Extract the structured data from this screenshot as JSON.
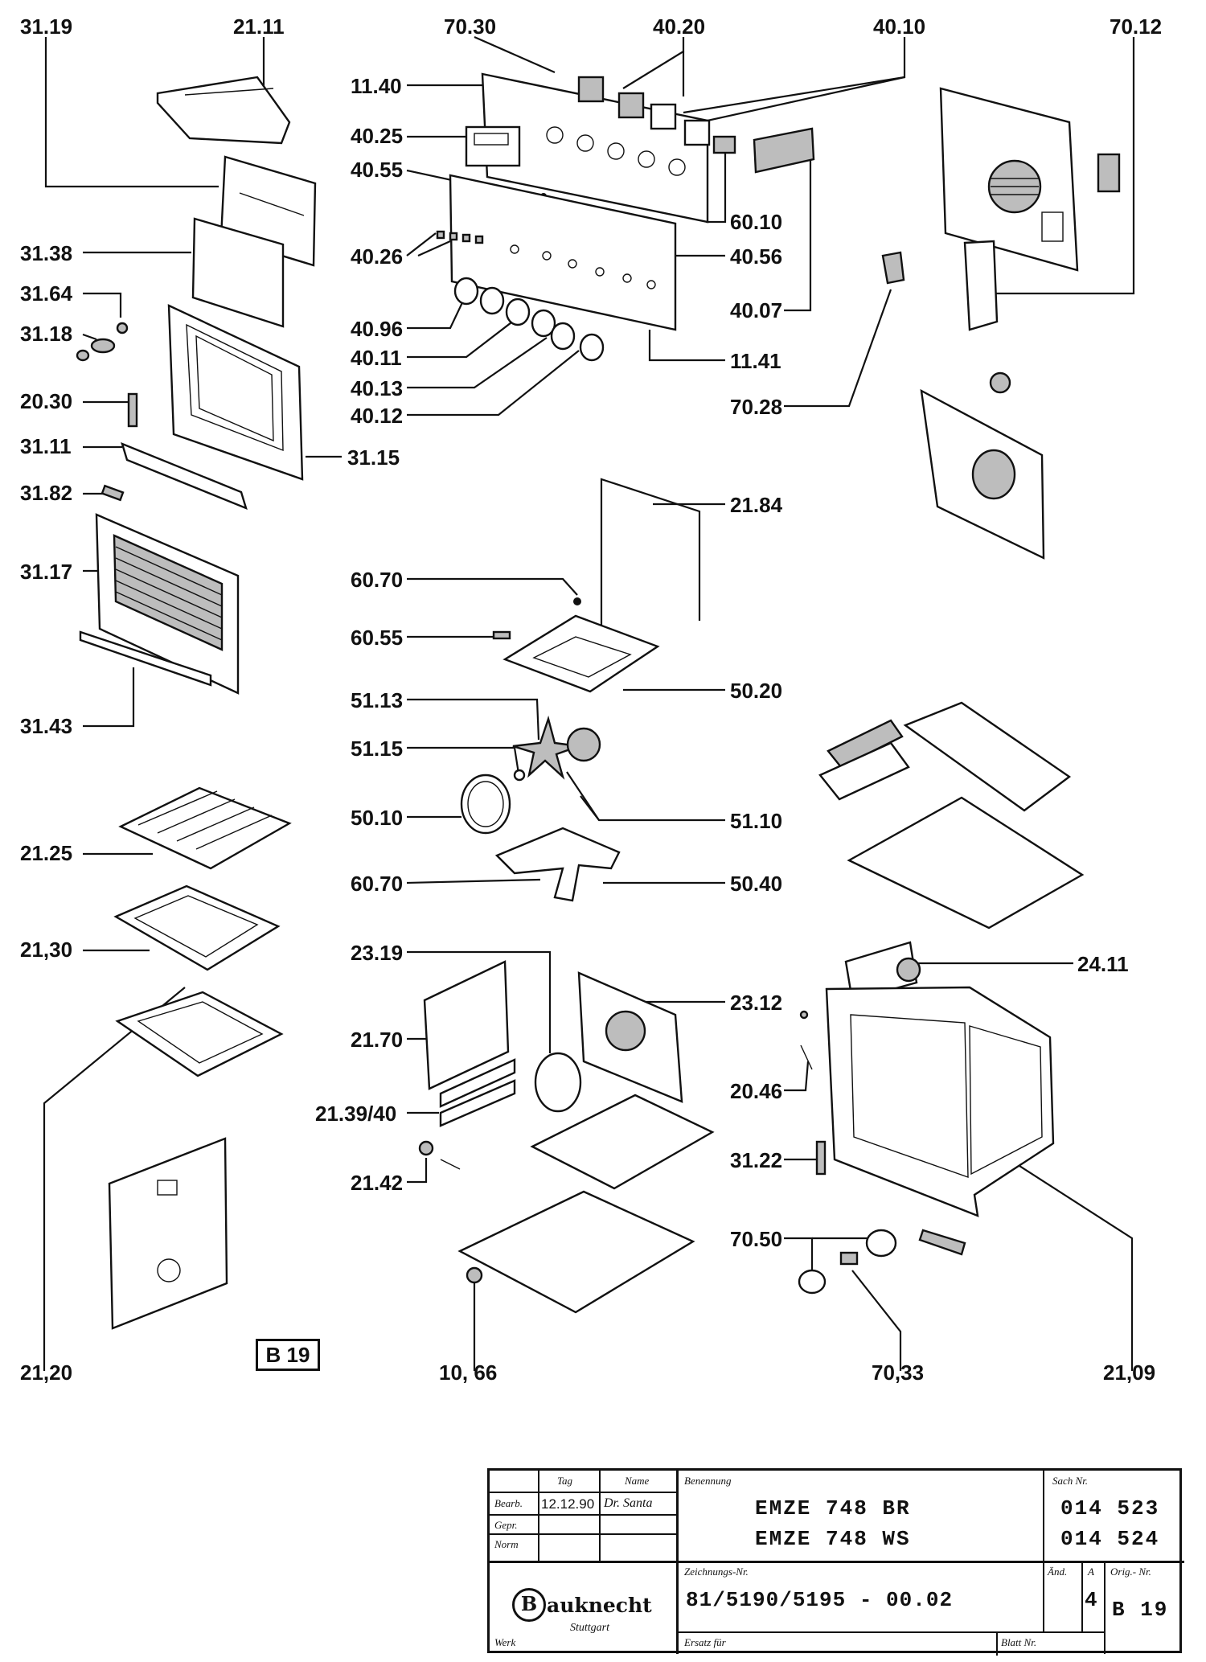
{
  "callouts": [
    "31.19",
    "21.11",
    "70.30",
    "40.20",
    "40.10",
    "70.12",
    "11.40",
    "40.25",
    "40.55",
    "60.10",
    "40.26",
    "40.56",
    "40.07",
    "31.38",
    "31.64",
    "31.18",
    "40.96",
    "40.11",
    "40.13",
    "40.12",
    "11.41",
    "70.28",
    "20.30",
    "31.11",
    "31.15",
    "31.82",
    "21.84",
    "31.17",
    "60.70",
    "60.55",
    "50.20",
    "31.43",
    "51.13",
    "51.15",
    "51.10",
    "50.10",
    "21.25",
    "60.70",
    "50.40",
    "21,30",
    "23.19",
    "24.11",
    "23.12",
    "21.70",
    "20.46",
    "21.39/40",
    "31.22",
    "21.42",
    "70.50",
    "21,20",
    "10, 66",
    "70,33",
    "21,09"
  ],
  "sheet_badge": "B 19",
  "title_block": {
    "tag_header": "Tag",
    "name_header": "Name",
    "benennung_header": "Benennung",
    "sach_nr_header": "Sach Nr.",
    "bearb_label": "Bearb.",
    "gepr_label": "Gepr.",
    "norm_label": "Norm",
    "bearb_date": "12.12.90",
    "bearb_name": "Dr. Santa",
    "model_1": "EMZE 748 BR",
    "model_2": "EMZE 748 WS",
    "sach_nr_1": "014 523",
    "sach_nr_2": "014 524",
    "zeichnungs_header": "Zeichnungs-Nr.",
    "drawing_number": "81/5190/5195 - 00.02",
    "aend_header": "Änd.",
    "aend_letter": "A",
    "aend_value": "4",
    "orig_header": "Orig.- Nr.",
    "orig_value": "B 19",
    "logo_text": "auknecht",
    "logo_initial": "B",
    "logo_city": "Stuttgart",
    "werk_label": "Werk",
    "ersatz_label": "Ersatz für",
    "blatt_label": "Blatt Nr."
  }
}
